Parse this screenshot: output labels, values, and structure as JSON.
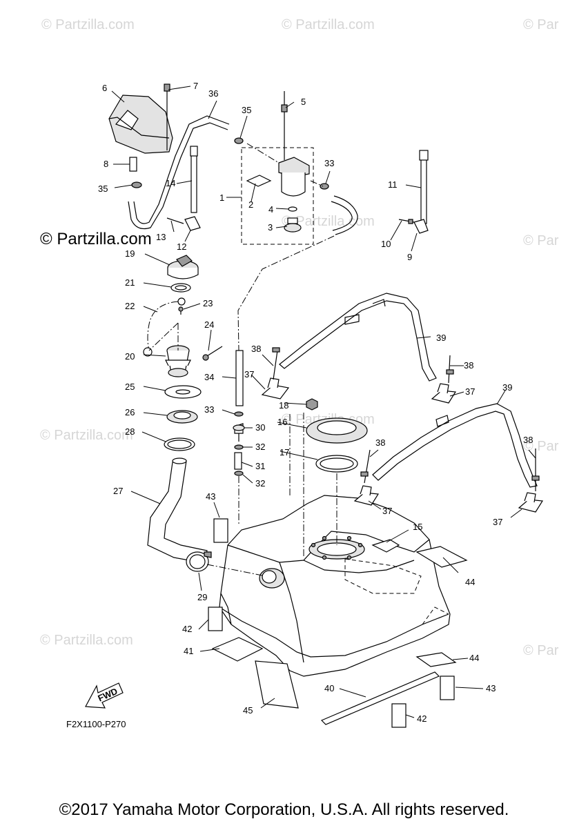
{
  "watermarks": {
    "light": "© Partzilla.com",
    "dark": "© Partzilla.com",
    "partial": "© Par"
  },
  "diagram_code": "F2X1100-P270",
  "copyright": "©2017  Yamaha Motor Corporation, U.S.A. All rights reserved.",
  "fwd_label": "FWD",
  "callouts": [
    "1",
    "2",
    "3",
    "4",
    "5",
    "6",
    "7",
    "8",
    "9",
    "10",
    "11",
    "12",
    "13",
    "14",
    "15",
    "16",
    "17",
    "18",
    "19",
    "20",
    "21",
    "22",
    "23",
    "24",
    "25",
    "26",
    "27",
    "28",
    "29",
    "30",
    "31",
    "32",
    "33",
    "34",
    "35",
    "36",
    "37",
    "38",
    "39",
    "40",
    "41",
    "42",
    "43",
    "44",
    "45"
  ]
}
